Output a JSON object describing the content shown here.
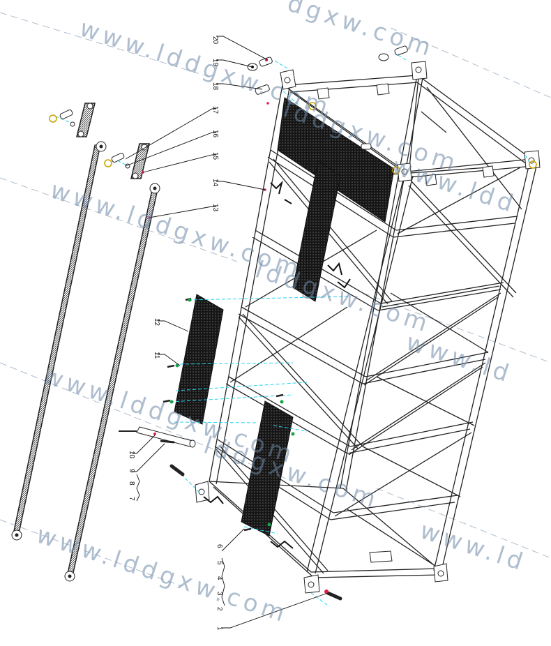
{
  "watermark": {
    "text_a": "www.lddgxw.com",
    "text_b": "lddgxw.com",
    "text_c": "www.ld",
    "text_d": "www.ldd",
    "text_e": "dgxw.com",
    "color": "#6f8aa8"
  },
  "callouts": [
    {
      "num": "20"
    },
    {
      "num": "19"
    },
    {
      "num": "18"
    },
    {
      "num": "17"
    },
    {
      "num": "16"
    },
    {
      "num": "15"
    },
    {
      "num": "14"
    },
    {
      "num": "13"
    },
    {
      "num": "12"
    },
    {
      "num": "11"
    },
    {
      "num": "10"
    },
    {
      "num": "9"
    },
    {
      "num": "8"
    },
    {
      "num": "7"
    },
    {
      "num": "6"
    },
    {
      "num": "5"
    },
    {
      "num": "4"
    },
    {
      "num": "3"
    },
    {
      "num": "2"
    },
    {
      "num": "1"
    }
  ],
  "colors": {
    "line": "#222222",
    "accent_cyan": "#22d3ee",
    "panel": "#1a1a1a",
    "marker_red": "#e11d48"
  }
}
